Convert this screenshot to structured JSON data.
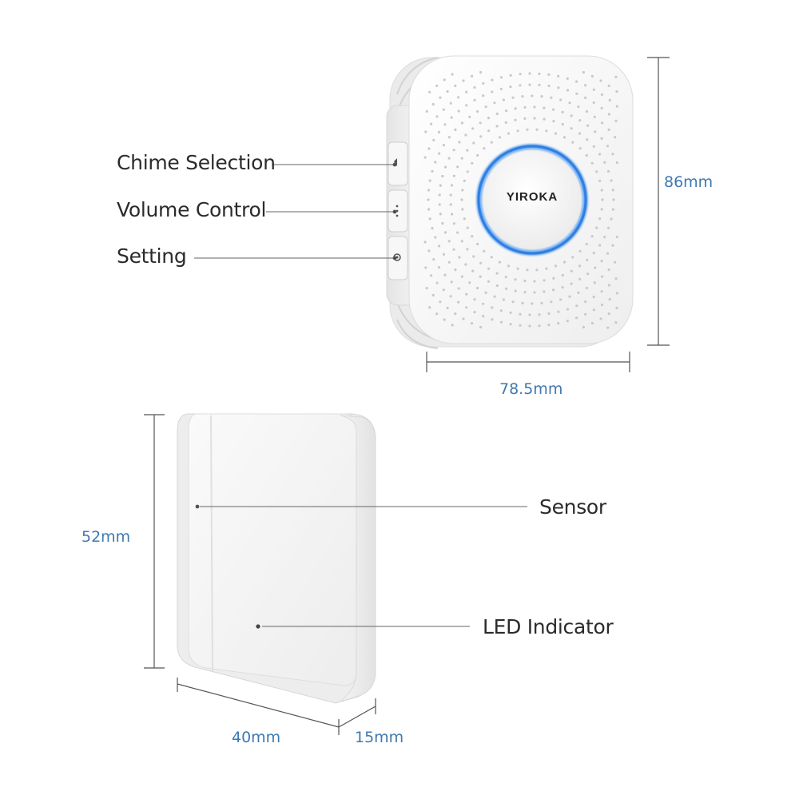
{
  "chime_unit": {
    "brand": "YIROKA",
    "callouts": {
      "chime_selection": "Chime Selection",
      "volume_control": "Volume Control",
      "setting": "Setting"
    },
    "height": "86mm",
    "width": "78.5mm",
    "ring_color": "#2f7de0"
  },
  "transmitter_unit": {
    "callouts": {
      "sensor": "Sensor",
      "led_indicator": "LED Indicator"
    },
    "height": "52mm",
    "width": "40mm",
    "depth": "15mm"
  },
  "colors": {
    "dimension_text": "#3f79b0",
    "label_text": "#2b2b2b"
  }
}
